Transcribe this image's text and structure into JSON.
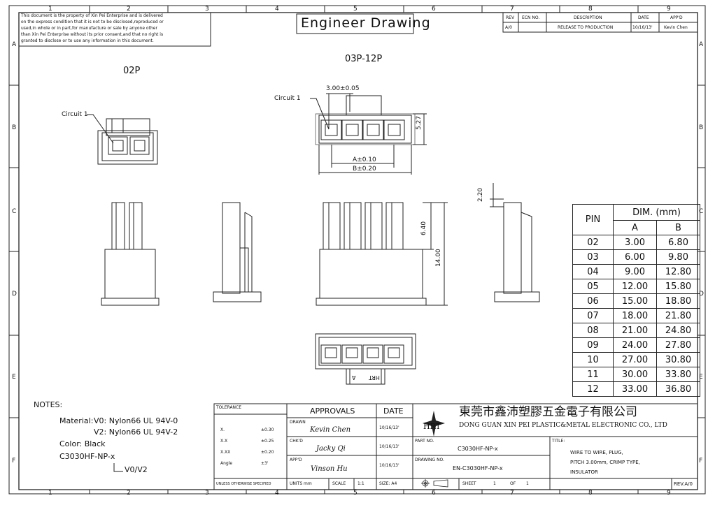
{
  "disclaimer": [
    "This document is the property of Xin Pei Enterprise and is delivered",
    "on the express condition that it is not to be disclosed,reproduced or",
    "used,in whole or in part,for manufacture or sale by anyone other",
    "than Xin Pei Enterprise without its prior consent,and that no right is",
    "granted to disclose or to use any information in this document."
  ],
  "title_banner": "Engineer Drawing",
  "revision_block": {
    "headers": [
      "REV",
      "ECN NO.",
      "DESCRIPTION",
      "DATE",
      "APP'D"
    ],
    "row": [
      "A/0",
      "",
      "RELEASE TO PRODUCTION",
      "10/16/13'",
      "Kevin Chen"
    ]
  },
  "zones": {
    "columns": [
      "1",
      "2",
      "3",
      "4",
      "5",
      "6",
      "7",
      "8",
      "9"
    ],
    "rows": [
      "A",
      "B",
      "C",
      "D",
      "E",
      "F"
    ]
  },
  "views": {
    "label_02p": "02P",
    "label_03p": "03P-12P",
    "circuit_label": "Circuit 1",
    "dim_pitch": "3.00±0.05",
    "dim_527": "5.27",
    "dim_a": "A±0.10",
    "dim_b": "B±0.20",
    "dim_220": "2.20",
    "dim_640": "6.40",
    "dim_1400": "14.00",
    "bottom_marks": [
      "HRT",
      "A"
    ]
  },
  "dim_table": {
    "col_pin": "PIN",
    "col_dim": "DIM. (mm)",
    "col_a": "A",
    "col_b": "B",
    "rows": [
      [
        "02",
        "3.00",
        "6.80"
      ],
      [
        "03",
        "6.00",
        "9.80"
      ],
      [
        "04",
        "9.00",
        "12.80"
      ],
      [
        "05",
        "12.00",
        "15.80"
      ],
      [
        "06",
        "15.00",
        "18.80"
      ],
      [
        "07",
        "18.00",
        "21.80"
      ],
      [
        "08",
        "21.00",
        "24.80"
      ],
      [
        "09",
        "24.00",
        "27.80"
      ],
      [
        "10",
        "27.00",
        "30.80"
      ],
      [
        "11",
        "30.00",
        "33.80"
      ],
      [
        "12",
        "33.00",
        "36.80"
      ]
    ]
  },
  "notes": {
    "heading": "NOTES:",
    "material_label": "Material:",
    "material_v0": "V0: Nylon66 UL 94V-0",
    "material_v2": "V2: Nylon66 UL 94V-2",
    "color": "Color: Black",
    "partcode": "C3030HF-NP-x",
    "partcode_suffix": "V0/V2"
  },
  "title_block": {
    "tolerance_label": "TOLERANCE",
    "tolerances": [
      [
        "X.",
        "±0.30"
      ],
      [
        "X.X",
        "±0.25"
      ],
      [
        "X.XX",
        "±0.20"
      ],
      [
        "Angle",
        "±3'"
      ]
    ],
    "unless": "UNLESS OTHERWISE SPECIFIED",
    "approvals": "APPROVALS",
    "date_header": "DATE",
    "drawn_label": "DRAWN",
    "drawn_sig": "Kevin Chen",
    "drawn_date": "10/16/13'",
    "chkd_label": "CHK'D",
    "chkd_sig": "Jacky Qi",
    "chkd_date": "10/16/13'",
    "appd_label": "APP'D",
    "appd_sig": "Vinson Hu",
    "appd_date": "10/16/13'",
    "units": "UNITS mm",
    "scale_label": "SCALE",
    "scale": "1:1",
    "size": "SIZE: A4",
    "company_cn": "東莞市鑫沛塑膠五金電子有限公司",
    "company_en": "DONG GUAN XIN PEI PLASTIC&METAL ELECTRONIC CO., LTD",
    "logo_text": "HRT",
    "part_no_label": "PART NO.",
    "part_no": "C3030HF-NP-x",
    "drawing_no_label": "DRAWING NO.",
    "drawing_no": "EN-C3030HF-NP-x",
    "sheet_label": "SHEET",
    "sheet": "1",
    "of_label": "OF",
    "of": "1",
    "title_label": "TITLE:",
    "title_lines": [
      "WIRE TO WIRE, PLUG,",
      "PITCH 3.00mm, CRIMP TYPE,",
      "INSULATOR"
    ],
    "rev": "REV.A/0"
  }
}
